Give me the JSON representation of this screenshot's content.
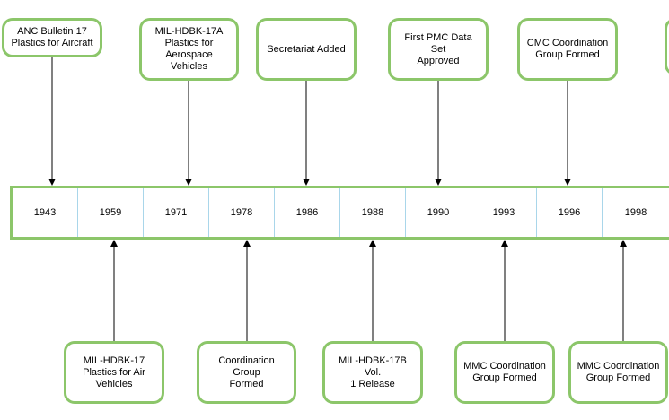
{
  "timeline": {
    "years": [
      "1943",
      "1959",
      "1971",
      "1978",
      "1986",
      "1988",
      "1990",
      "1993",
      "1996",
      "1998"
    ]
  },
  "events_above": [
    {
      "label": "ANC Bulletin 17\nPlastics for Aircraft",
      "year": "1943"
    },
    {
      "label": "MIL-HDBK-17A\nPlastics for\nAerospace Vehicles",
      "year": "1971"
    },
    {
      "label": "Secretariat Added",
      "year": "1986"
    },
    {
      "label": "First PMC Data Set\nApproved",
      "year": "1990"
    },
    {
      "label": "CMC Coordination\nGroup Formed",
      "year": "1996"
    }
  ],
  "events_below": [
    {
      "label": "MIL-HDBK-17\nPlastics for Air\nVehicles",
      "year": "1959"
    },
    {
      "label": "Coordination Group\nFormed",
      "year": "1978"
    },
    {
      "label": "MIL-HDBK-17B Vol.\n1 Release",
      "year": "1988"
    },
    {
      "label": "MMC Coordination\nGroup Formed",
      "year": "1993"
    },
    {
      "label": "MMC Coordination\nGroup Formed",
      "year": "1998"
    }
  ],
  "colors": {
    "box_border": "#8cc66a",
    "cell_divider": "#a9d6ea",
    "arrow": "#000000"
  }
}
